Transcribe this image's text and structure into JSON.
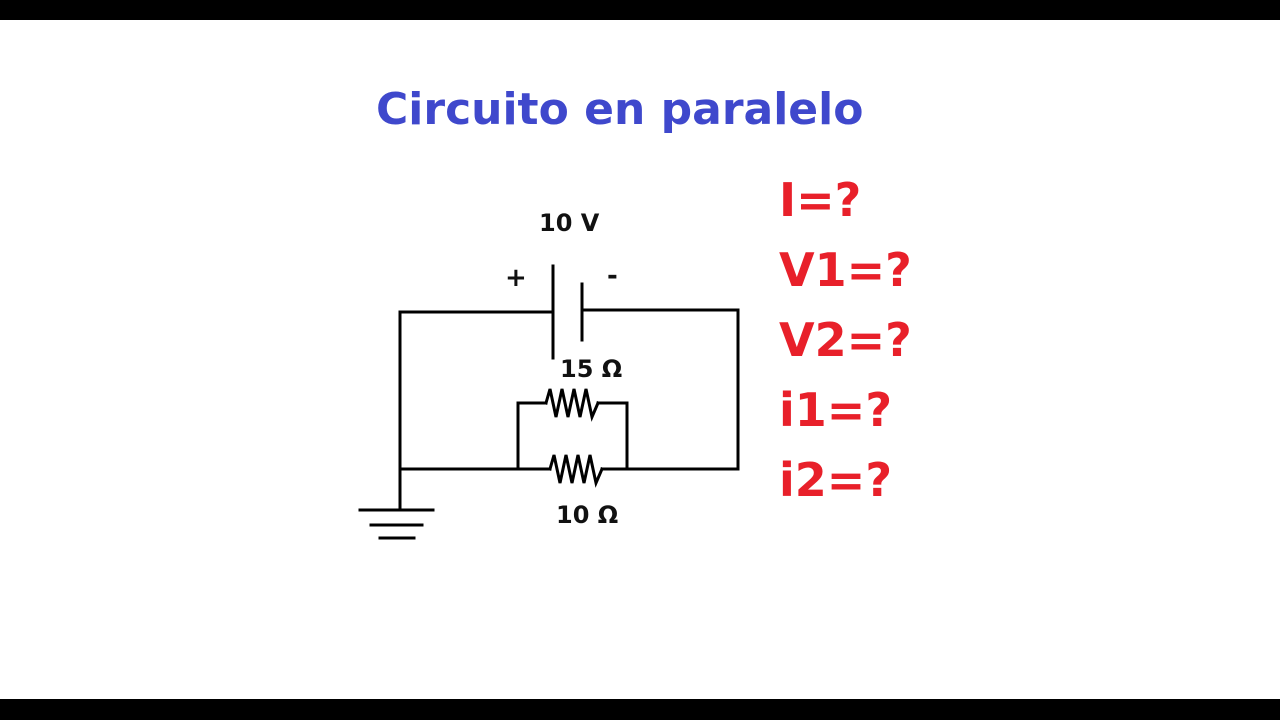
{
  "title": "Circuito en paralelo",
  "battery": {
    "voltage_label": "10 V",
    "positive_label": "+",
    "negative_label": "-"
  },
  "resistors": [
    {
      "label": "15 Ω"
    },
    {
      "label": "10 Ω"
    }
  ],
  "unknowns": [
    "I=?",
    "V1=?",
    "V2=?",
    "i1=?",
    "i2=?"
  ],
  "colors": {
    "title": "#3f48cc",
    "unknowns": "#e8202a",
    "wire": "#000000",
    "background": "#ffffff"
  }
}
